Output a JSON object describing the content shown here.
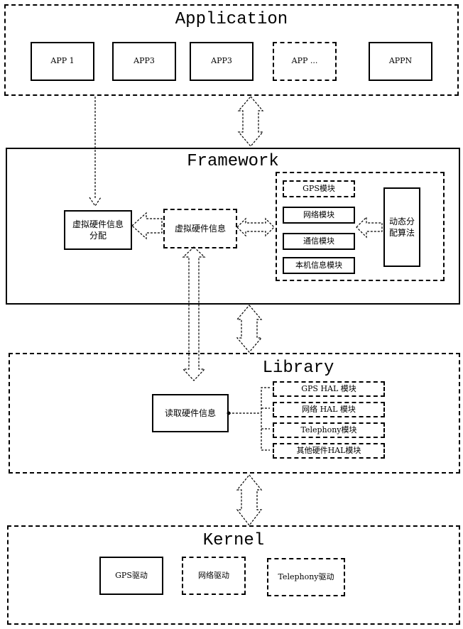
{
  "application": {
    "title": "Application",
    "apps": [
      "APP 1",
      "APP3",
      "APP3",
      "APP ...",
      "APPN"
    ]
  },
  "framework": {
    "title": "Framework",
    "alloc_box": "虚拟硬件信息分配",
    "virtual_info_box": "虚拟硬件信息",
    "modules": [
      "GPS模块",
      "网络模块",
      "通信模块",
      "本机信息模块"
    ],
    "algorithm_box": "动态分配算法"
  },
  "library": {
    "title": "Library",
    "read_box": "读取硬件信息",
    "hal_modules": [
      "GPS HAL 模块",
      "网络 HAL 模块",
      "Telephony模块",
      "其他硬件HAL模块"
    ]
  },
  "kernel": {
    "title": "Kernel",
    "drivers": [
      "GPS驱动",
      "网络驱动",
      "Telephony驱动"
    ]
  }
}
